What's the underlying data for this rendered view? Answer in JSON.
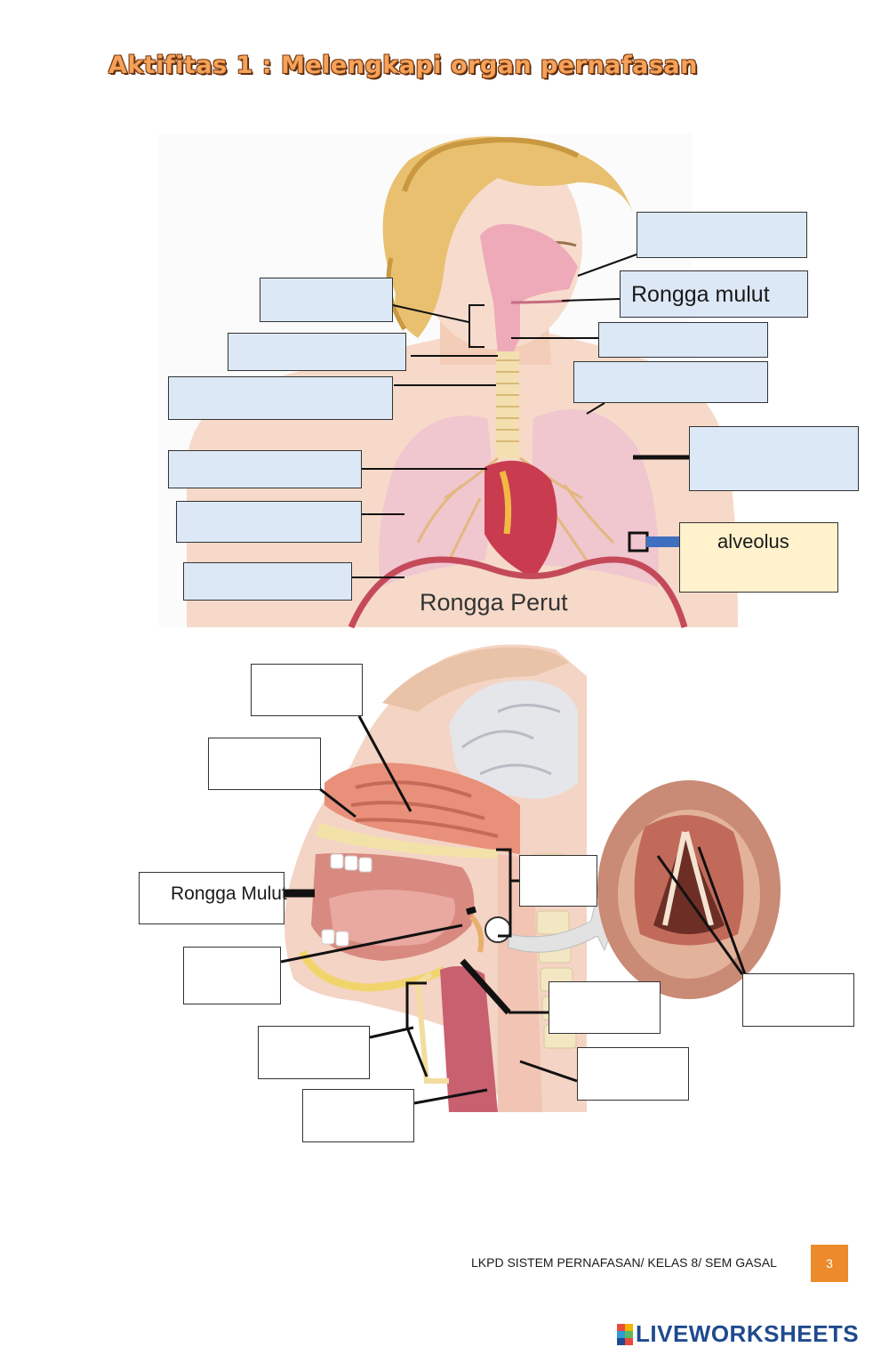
{
  "title": "Aktifitas 1 : Melengkapi organ pernafasan",
  "figure1": {
    "label_rongga_mulut": "Rongga mulut",
    "label_alveolus": "alveolus",
    "label_rongga_perut": "Rongga Perut"
  },
  "figure2": {
    "label_rongga_mulut": "Rongga Mulut"
  },
  "footer": {
    "text": "LKPD SISTEM PERNAFASAN/ KELAS 8/ SEM GASAL",
    "page_number": "3"
  },
  "brand": {
    "name": "LIVEWORKSHEETS",
    "icon_name": "liveworksheets-logo-icon"
  },
  "colors": {
    "blank_box_blue": "#dde8f6",
    "alveolus_box": "#fff2cc",
    "page_badge": "#ec8a2c",
    "brand": "#1f4a8f",
    "title": "#f5a25a"
  }
}
